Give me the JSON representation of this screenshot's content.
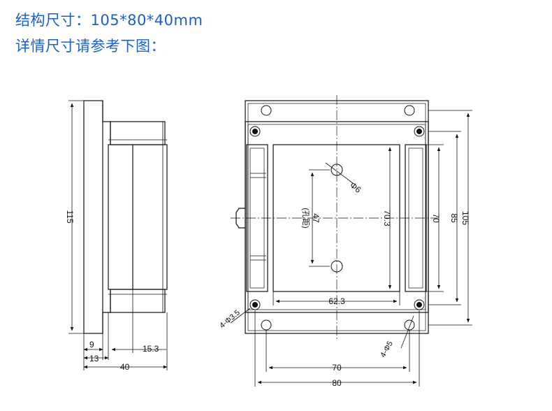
{
  "header": {
    "size_line": "结构尺寸：105*80*40mm",
    "detail_line": "详情尺寸请参考下图："
  },
  "side_view": {
    "height_dim": "115",
    "dim_9": "9",
    "dim_13": "13",
    "dim_15_3": "15.3",
    "dim_40": "40"
  },
  "front_view": {
    "hole_dia": "Φ6",
    "hole_pitch": "47",
    "hole_pitch_note": "(孔距)",
    "inner_height": "70.3",
    "inner_width": "62.3",
    "dim_70_v": "70",
    "dim_85": "85",
    "dim_105": "105",
    "dim_70_h": "70",
    "dim_80": "80",
    "corner_holes_left": "4-Φ3.5",
    "corner_holes_right": "4-Φ5"
  },
  "colors": {
    "heading": "#1a5fd0",
    "line": "#111111"
  }
}
